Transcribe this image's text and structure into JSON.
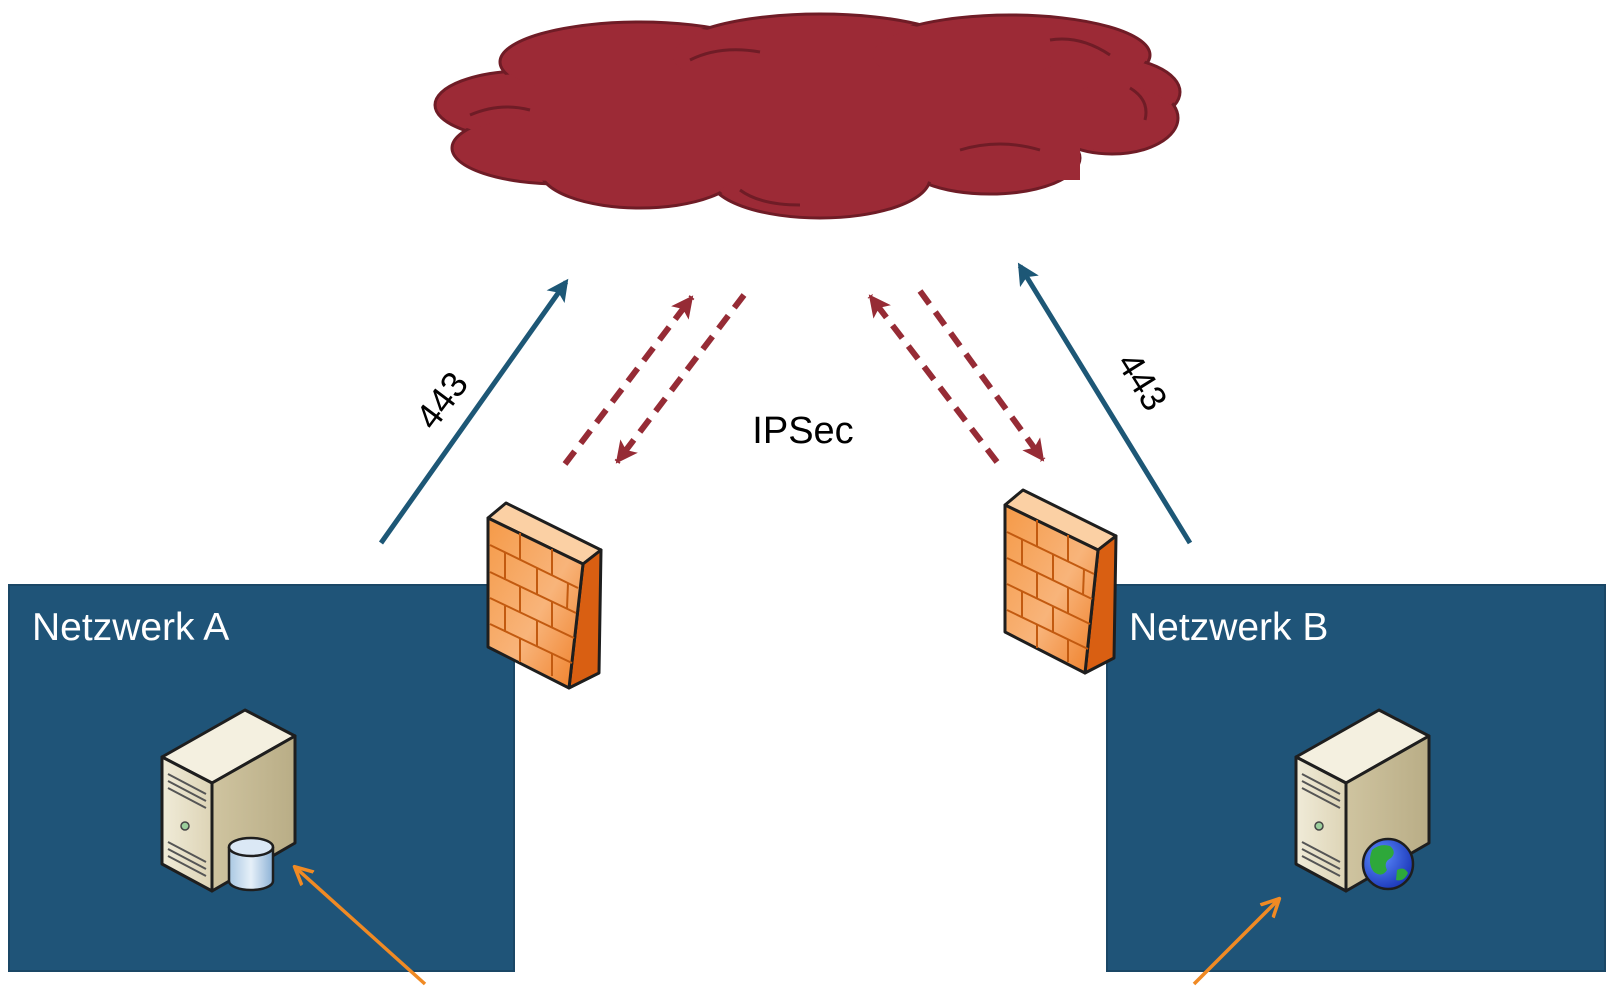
{
  "network_a": {
    "label": "Netzwerk A"
  },
  "network_b": {
    "label": "Netzwerk B"
  },
  "tunnel": {
    "label": "IPSec"
  },
  "port_left": {
    "label": "443"
  },
  "port_right": {
    "label": "443"
  },
  "icons": {
    "cloud": "cloud-icon",
    "firewall_left": "firewall-icon",
    "firewall_right": "firewall-icon",
    "server_a": "database-server-icon",
    "server_b": "web-server-icon"
  },
  "colors": {
    "network_fill": "#1f5478",
    "cloud_fill": "#9c2a36",
    "https_arrow": "#1d5776",
    "ipsec_arrow": "#962b35",
    "pointer_arrow": "#f08a24",
    "firewall": "#f07a20"
  }
}
